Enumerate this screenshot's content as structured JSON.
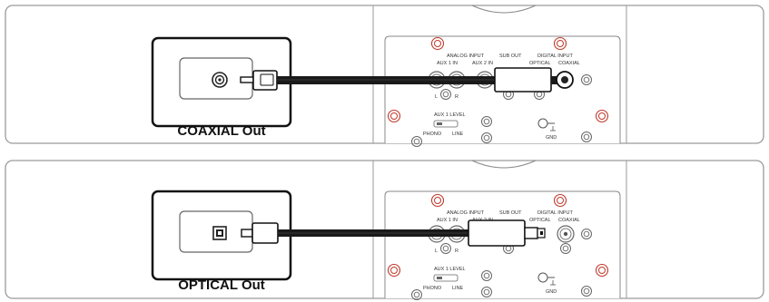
{
  "panels": [
    {
      "id": "coaxial",
      "label": "COAXIAL Out",
      "connector": "coaxial-jack-icon"
    },
    {
      "id": "optical",
      "label": "OPTICAL Out",
      "connector": "optical-jack-icon"
    }
  ],
  "rear_panel": {
    "analog_input": "ANALOG INPUT",
    "sub_out": "SUB OUT",
    "digital_input": "DIGITAL INPUT",
    "aux1_in": "AUX 1 IN",
    "aux2_in": "AUX 2 IN",
    "optical": "OPTICAL",
    "coaxial": "COAXIAL",
    "aux1_level": "AUX 1 LEVEL",
    "phono": "PHONO",
    "line": "LINE",
    "gnd": "GND",
    "l": "L",
    "r": "R"
  },
  "colors": {
    "accent_red": "#c0392b",
    "panel_border": "#999999",
    "cable": "#1a1a1a"
  }
}
